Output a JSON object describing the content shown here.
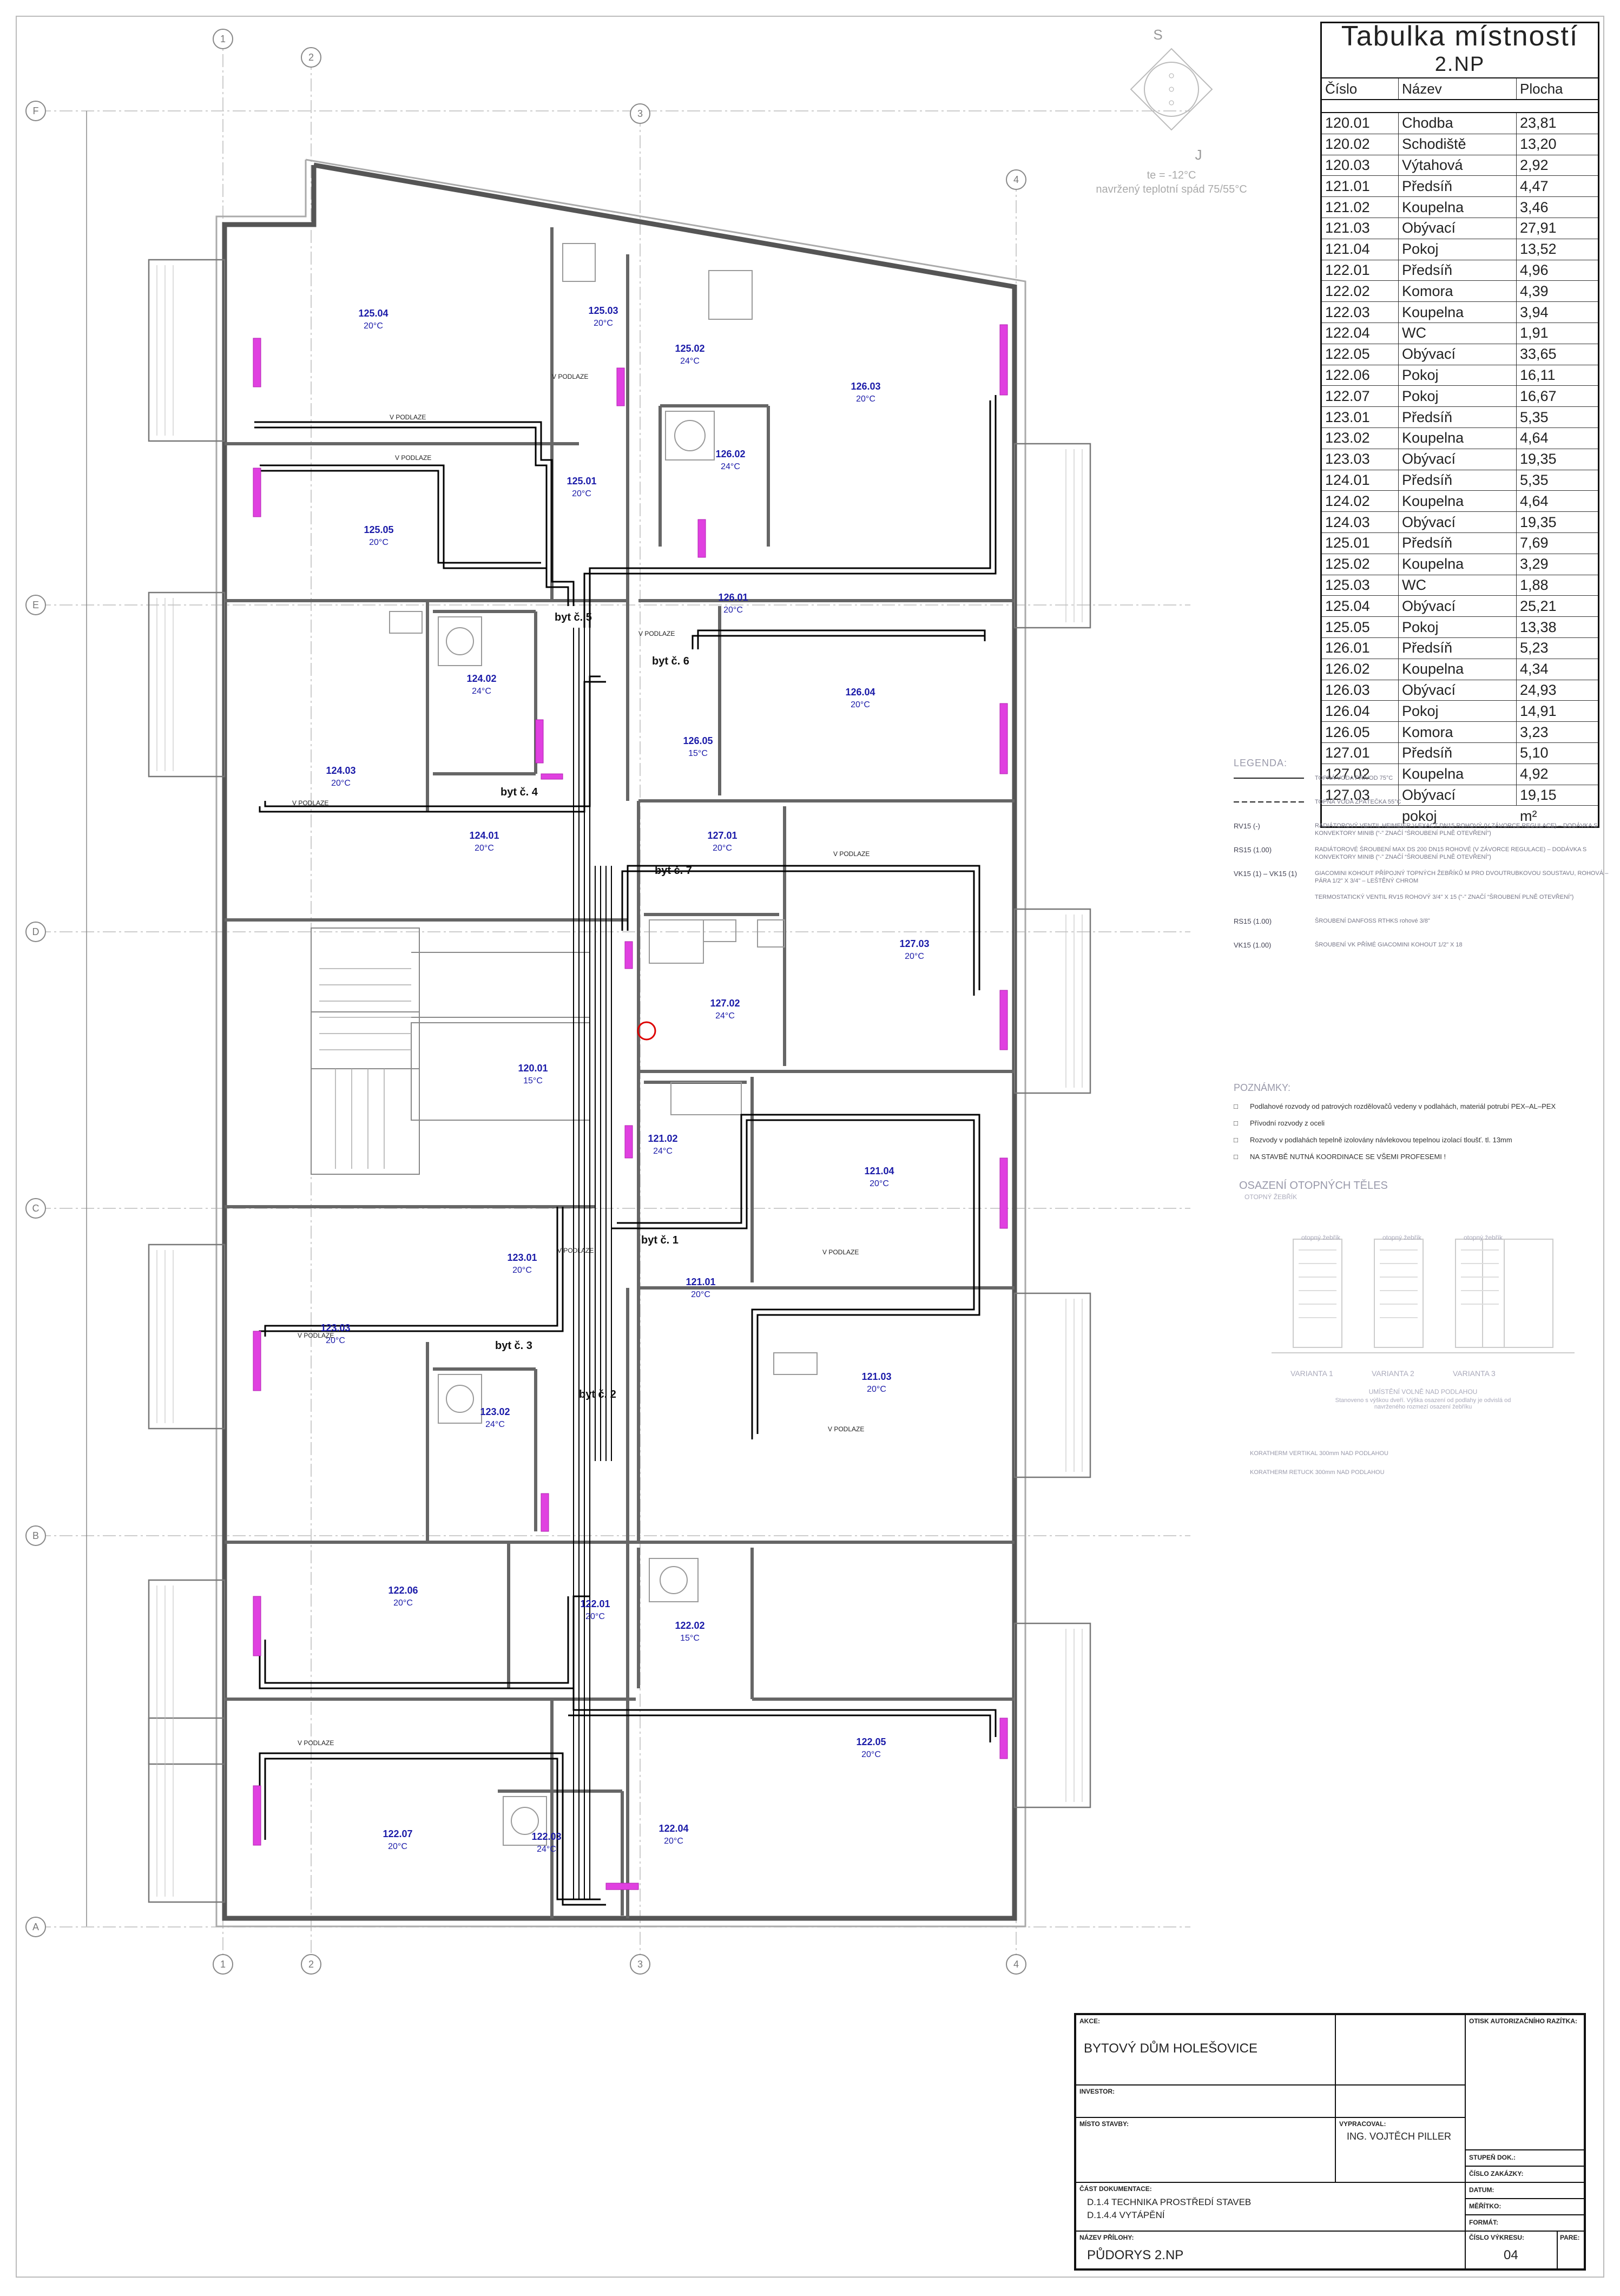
{
  "compass": {
    "north": "S",
    "south": "J"
  },
  "design_temp": "te = -12°C",
  "design_gradient": "navržený teplotní spád 75/55°C",
  "grid_letters": [
    "F",
    "E",
    "D",
    "C",
    "B",
    "A"
  ],
  "grid_numbers": [
    "1",
    "2",
    "3",
    "4"
  ],
  "room_table": {
    "title": "Tabulka místností",
    "subtitle": "2.NP",
    "col_number": "Číslo",
    "col_name": "Název",
    "col_area": "Plocha",
    "rows": [
      {
        "num": "120.01",
        "name": "Chodba",
        "area": "23,81"
      },
      {
        "num": "120.02",
        "name": "Schodiště",
        "area": "13,20"
      },
      {
        "num": "120.03",
        "name": "Výtahová",
        "area": "2,92"
      },
      {
        "num": "121.01",
        "name": "Předsíň",
        "area": "4,47"
      },
      {
        "num": "121.02",
        "name": "Koupelna",
        "area": "3,46"
      },
      {
        "num": "121.03",
        "name": "Obývací",
        "area": "27,91"
      },
      {
        "num": "121.04",
        "name": "Pokoj",
        "area": "13,52"
      },
      {
        "num": "122.01",
        "name": "Předsíň",
        "area": "4,96"
      },
      {
        "num": "122.02",
        "name": "Komora",
        "area": "4,39"
      },
      {
        "num": "122.03",
        "name": "Koupelna",
        "area": "3,94"
      },
      {
        "num": "122.04",
        "name": "WC",
        "area": "1,91"
      },
      {
        "num": "122.05",
        "name": "Obývací",
        "area": "33,65"
      },
      {
        "num": "122.06",
        "name": "Pokoj",
        "area": "16,11"
      },
      {
        "num": "122.07",
        "name": "Pokoj",
        "area": "16,67"
      },
      {
        "num": "123.01",
        "name": "Předsíň",
        "area": "5,35"
      },
      {
        "num": "123.02",
        "name": "Koupelna",
        "area": "4,64"
      },
      {
        "num": "123.03",
        "name": "Obývací",
        "area": "19,35"
      },
      {
        "num": "124.01",
        "name": "Předsíň",
        "area": "5,35"
      },
      {
        "num": "124.02",
        "name": "Koupelna",
        "area": "4,64"
      },
      {
        "num": "124.03",
        "name": "Obývací",
        "area": "19,35"
      },
      {
        "num": "125.01",
        "name": "Předsíň",
        "area": "7,69"
      },
      {
        "num": "125.02",
        "name": "Koupelna",
        "area": "3,29"
      },
      {
        "num": "125.03",
        "name": "WC",
        "area": "1,88"
      },
      {
        "num": "125.04",
        "name": "Obývací",
        "area": "25,21"
      },
      {
        "num": "125.05",
        "name": "Pokoj",
        "area": "13,38"
      },
      {
        "num": "126.01",
        "name": "Předsíň",
        "area": "5,23"
      },
      {
        "num": "126.02",
        "name": "Koupelna",
        "area": "4,34"
      },
      {
        "num": "126.03",
        "name": "Obývací",
        "area": "24,93"
      },
      {
        "num": "126.04",
        "name": "Pokoj",
        "area": "14,91"
      },
      {
        "num": "126.05",
        "name": "Komora",
        "area": "3,23"
      },
      {
        "num": "127.01",
        "name": "Předsíň",
        "area": "5,10"
      },
      {
        "num": "127.02",
        "name": "Koupelna",
        "area": "4,92"
      },
      {
        "num": "127.03",
        "name": "Obývací",
        "area": "19,15"
      }
    ],
    "footer_name": "pokoj",
    "footer_unit": "m²"
  },
  "plan_rooms": [
    {
      "num": "125.04",
      "temp": "20°C"
    },
    {
      "num": "125.03",
      "temp": "20°C"
    },
    {
      "num": "125.02",
      "temp": "24°C"
    },
    {
      "num": "126.03",
      "temp": "20°C"
    },
    {
      "num": "125.01",
      "temp": "20°C"
    },
    {
      "num": "126.02",
      "temp": "24°C"
    },
    {
      "num": "125.05",
      "temp": "20°C"
    },
    {
      "num": "126.01",
      "temp": "20°C"
    },
    {
      "num": "124.02",
      "temp": "24°C"
    },
    {
      "num": "126.04",
      "temp": "20°C"
    },
    {
      "num": "124.03",
      "temp": "20°C"
    },
    {
      "num": "126.05",
      "temp": "15°C"
    },
    {
      "num": "124.01",
      "temp": "20°C"
    },
    {
      "num": "127.01",
      "temp": "20°C"
    },
    {
      "num": "127.03",
      "temp": "20°C"
    },
    {
      "num": "127.02",
      "temp": "24°C"
    },
    {
      "num": "120.01",
      "temp": "15°C"
    },
    {
      "num": "121.02",
      "temp": "24°C"
    },
    {
      "num": "121.04",
      "temp": "20°C"
    },
    {
      "num": "123.01",
      "temp": "20°C"
    },
    {
      "num": "121.01",
      "temp": "20°C"
    },
    {
      "num": "123.03",
      "temp": "20°C"
    },
    {
      "num": "121.03",
      "temp": "20°C"
    },
    {
      "num": "123.02",
      "temp": "24°C"
    },
    {
      "num": "122.06",
      "temp": "20°C"
    },
    {
      "num": "122.01",
      "temp": "20°C"
    },
    {
      "num": "122.02",
      "temp": "15°C"
    },
    {
      "num": "122.05",
      "temp": "20°C"
    },
    {
      "num": "122.03",
      "temp": "24°C"
    },
    {
      "num": "122.04",
      "temp": "20°C"
    },
    {
      "num": "122.07",
      "temp": "20°C"
    }
  ],
  "apartments": [
    "byt č. 5",
    "byt č. 6",
    "byt č. 4",
    "byt č. 7",
    "byt č. 1",
    "byt č. 3",
    "byt č. 2"
  ],
  "floor_label": "V PODLAZE",
  "legend": {
    "title": "LEGENDA:",
    "items": [
      {
        "sym": "",
        "desc": "TOPNÁ VODA PŘÍVOD 75°C"
      },
      {
        "sym": "",
        "desc": "TOPNÁ VODA ZPÁTEČKA 55°C"
      },
      {
        "sym": "RV15 (-)",
        "desc": "RADIÁTOROVÝ VENTIL HEIMEIER V-EXACT DN15 ROHOVÝ (V ZÁVORCE REGULACE) – DODÁVKA S KONVEKTORY MINIB (“-” ZNAČÍ “ŠROUBENÍ PLNĚ OTEVŘENÍ”)"
      },
      {
        "sym": "RS15 (1.00)",
        "desc": "RADIÁTOROVÉ ŠROUBENÍ MAX DS 200 DN15 ROHOVÉ (V ZÁVORCE REGULACE) – DODÁVKA S KONVEKTORY MINIB (“-” ZNAČÍ “ŠROUBENÍ PLNĚ OTEVŘENÍ”)"
      },
      {
        "sym": "VK15 (1) – VK15 (1)",
        "desc": "GIACOMINI KOHOUT PŘÍPOJNÝ TOPNÝCH ŽEBŘÍKŮ M PRO DVOUTRUBKOVOU SOUSTAVU, ROHOVÁ – PÁRA 1/2\" X 3/4\" – LEŠTĚNÝ CHROM"
      },
      {
        "sym": "",
        "desc": "TERMOSTATICKÝ VENTIL RV15 ROHOVÝ 3/4\" X 15 (“-” ZNAČÍ “ŠROUBENÍ PLNĚ OTEVŘENÍ”)"
      },
      {
        "sym": "RS15 (1.00)",
        "desc": "ŠROUBENÍ DANFOSS RTHKS rohové 3/8\""
      },
      {
        "sym": "VK15 (1.00)",
        "desc": "ŠROUBENÍ VK PŘÍMÉ GIACOMINI KOHOUT 1/2\" X 18"
      }
    ]
  },
  "notes": {
    "title": "POZNÁMKY:",
    "items": [
      "Podlahové rozvody od patrových rozdělovačů vedeny v podlahách, materiál potrubí PEX–AL–PEX",
      "Přívodní rozvody z oceli",
      "Rozvody v podlahách tepelně izolovány návlekovou tepelnou izolací tloušť. tl. 13mm",
      "NA STAVBĚ NUTNÁ KOORDINACE SE VŠEMI PROFESEMI !"
    ]
  },
  "radiators": {
    "title": "OSAZENÍ OTOPNÝCH TĚLES",
    "subtitle": "OTOPNÝ ŽEBŘÍK",
    "col_label": "otopný žebřík",
    "variants": [
      "VARIANTA 1",
      "VARIANTA 2",
      "VARIANTA 3"
    ],
    "caption1": "UMÍSTĚNÍ VOLNĚ NAD PODLAHOU",
    "caption2": "Stanoveno s výškou dveří. Výška osazení od podlahy je odvislá od navrženého rozmezí osazení žebříku",
    "options": [
      "KORATHERM VERTIKAL 300mm NAD PODLAHOU",
      "KORATHERM RETUCK 300mm NAD PODLAHOU"
    ]
  },
  "title_block": {
    "akce_label": "AKCE:",
    "akce": "BYTOVÝ DŮM HOLEŠOVICE",
    "investor_label": "INVESTOR:",
    "misto_label": "MÍSTO STAVBY:",
    "vypracoval_label": "VYPRACOVAL:",
    "vypracoval": "ING. VOJTĚCH PILLER",
    "cast_label": "ČÁST DOKUMENTACE:",
    "cast1": "D.1.4 TECHNIKA PROSTŘEDÍ STAVEB",
    "cast2": "D.1.4.4 VYTÁPĚNÍ",
    "nazev_label": "NÁZEV PŘÍLOHY:",
    "nazev": "PŮDORYS 2.NP",
    "razitko_label": "OTISK AUTORIZAČNÍHO RAZÍTKA:",
    "stupen_label": "STUPEŇ DOK.:",
    "zakazka_label": "ČÍSLO ZAKÁZKY:",
    "datum_label": "DATUM:",
    "meritko_label": "MĚŘÍTKO:",
    "format_label": "FORMÁT:",
    "cislo_label": "ČÍSLO VÝKRESU:",
    "pare_label": "PARE:",
    "cislo": "04"
  },
  "colors": {
    "room_label": "#1a1aa8",
    "radiator": "#e040e0",
    "wall": "#666666",
    "pipe": "#000000"
  }
}
